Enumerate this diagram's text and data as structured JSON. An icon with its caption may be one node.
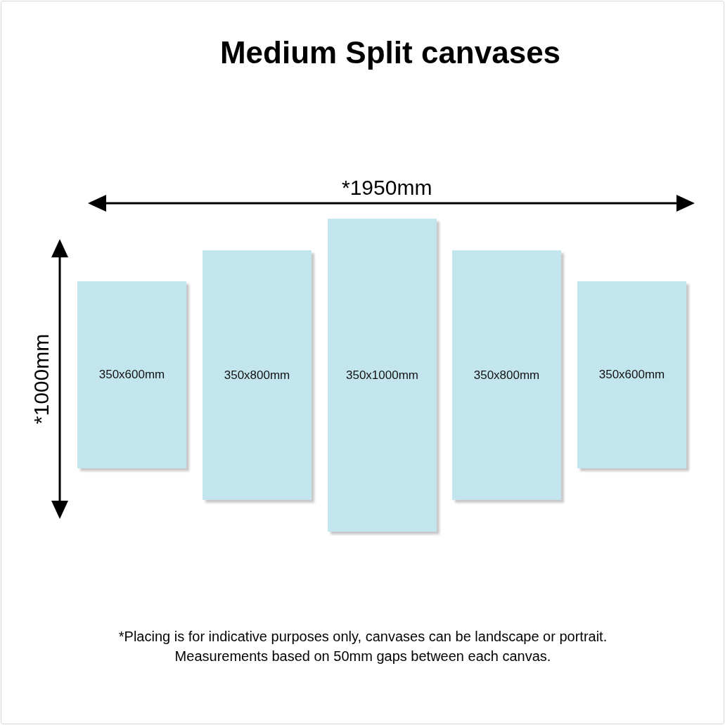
{
  "diagram": {
    "title": "Medium Split canvases",
    "nodes": [
      {
        "text": [
          "350x600mm"
        ]
      },
      {
        "text": [
          "350x800mm"
        ]
      },
      {
        "text": [
          "350x1000mm"
        ]
      },
      {
        "text": [
          "350x800mm"
        ]
      },
      {
        "text": [
          "350x600mm"
        ]
      }
    ],
    "edges": [],
    "labels": [
      "*1950mm",
      "*1000mm"
    ],
    "caption": "*Placing is for indicative purposes only, canvases can be landscape or portrait. Measurements based on 50mm gaps between each canvas."
  }
}
